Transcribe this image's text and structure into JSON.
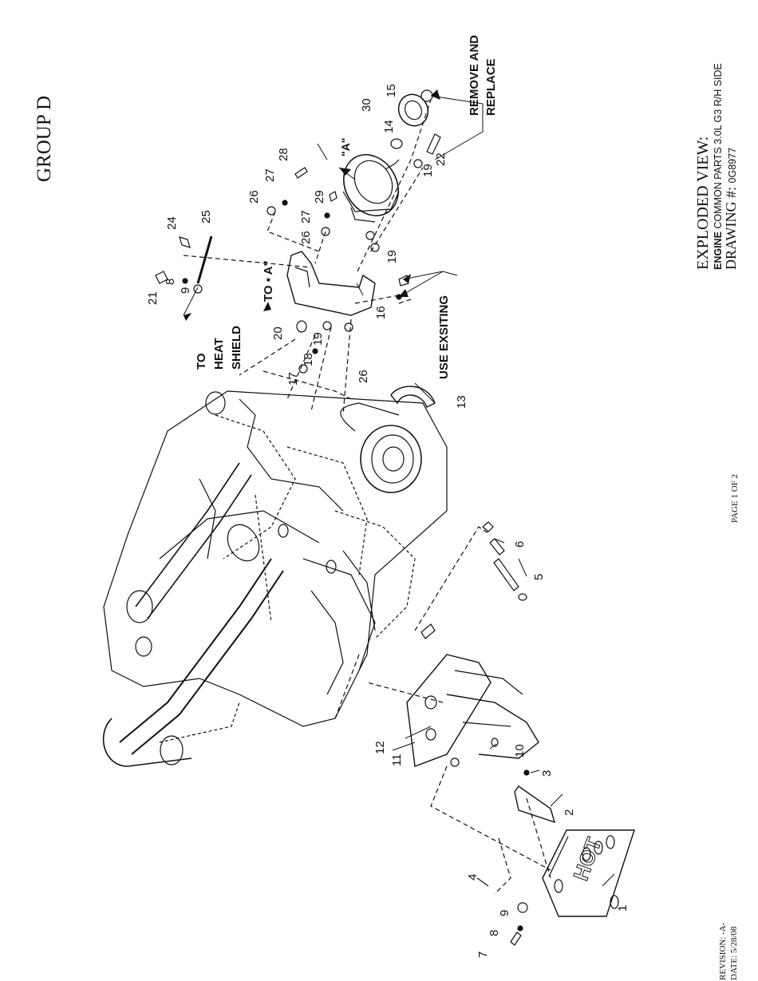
{
  "header": {
    "group_title": "GROUP D"
  },
  "title_block": {
    "view_title": "EXPLODED VIEW:",
    "subtitle_prefix": "ENGINE",
    "subtitle_rest": " COMMON PARTS 3.0L G3 R/H SIDE",
    "drawing_label": "DRAWING #:",
    "drawing_number": "0G8977"
  },
  "footer": {
    "page": "PAGE 1 OF 2",
    "revision": "REVISION: -A-",
    "date": "DATE:  5/28/08"
  },
  "notes": {
    "remove_replace_1": "REMOVE AND",
    "remove_replace_2": "REPLACE",
    "to_heat_1": "TO",
    "to_heat_2": "HEAT",
    "to_heat_3": "SHIELD",
    "to_a": "TO ▪ A\"",
    "view_a": "\"A\"",
    "use_existing": "USE EXSITING"
  },
  "callouts": [
    {
      "id": "1",
      "label": "1"
    },
    {
      "id": "2",
      "label": "2"
    },
    {
      "id": "3",
      "label": "3"
    },
    {
      "id": "4",
      "label": "4"
    },
    {
      "id": "5",
      "label": "5"
    },
    {
      "id": "6",
      "label": "6"
    },
    {
      "id": "7",
      "label": "7"
    },
    {
      "id": "8a",
      "label": "8"
    },
    {
      "id": "9a",
      "label": "9"
    },
    {
      "id": "10",
      "label": "10"
    },
    {
      "id": "11",
      "label": "11"
    },
    {
      "id": "12",
      "label": "12"
    },
    {
      "id": "13",
      "label": "13"
    },
    {
      "id": "14",
      "label": "14"
    },
    {
      "id": "15",
      "label": "15"
    },
    {
      "id": "16",
      "label": "16"
    },
    {
      "id": "17",
      "label": "17"
    },
    {
      "id": "18",
      "label": "18"
    },
    {
      "id": "19a",
      "label": "19"
    },
    {
      "id": "19b",
      "label": "19"
    },
    {
      "id": "19c",
      "label": "19"
    },
    {
      "id": "20",
      "label": "20"
    },
    {
      "id": "21",
      "label": "21"
    },
    {
      "id": "22",
      "label": "22"
    },
    {
      "id": "24",
      "label": "24"
    },
    {
      "id": "25",
      "label": "25"
    },
    {
      "id": "26a",
      "label": "26"
    },
    {
      "id": "26b",
      "label": "26"
    },
    {
      "id": "26c",
      "label": "26"
    },
    {
      "id": "27a",
      "label": "27"
    },
    {
      "id": "27b",
      "label": "27"
    },
    {
      "id": "28",
      "label": "28"
    },
    {
      "id": "29",
      "label": "29"
    },
    {
      "id": "30",
      "label": "30"
    },
    {
      "id": "8b",
      "label": "8"
    },
    {
      "id": "9b",
      "label": "9"
    }
  ],
  "hot_plate_text": "HOT"
}
